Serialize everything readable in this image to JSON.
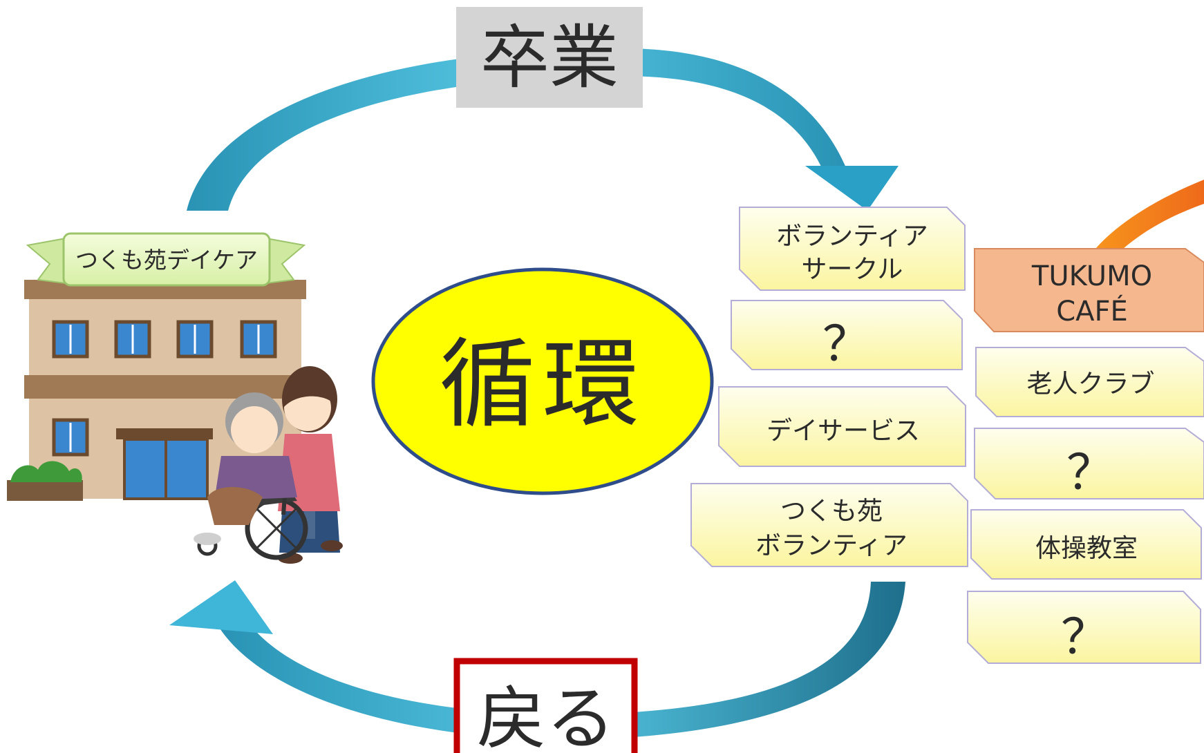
{
  "top_label": "卒業",
  "bottom_label": "戻る",
  "center_label": "循環",
  "facility_banner": "つくも苑デイケア",
  "left_column": [
    {
      "lines": [
        "ボランティア",
        "サークル"
      ]
    },
    {
      "lines": [
        "？"
      ]
    },
    {
      "lines": [
        "デイサービス"
      ]
    },
    {
      "lines": [
        "つくも苑",
        "ボランティア"
      ]
    }
  ],
  "right_column": [
    {
      "lines": [
        "TUKUMO",
        "CAFÉ"
      ],
      "highlight": true
    },
    {
      "lines": [
        "老人クラブ"
      ]
    },
    {
      "lines": [
        "？"
      ]
    },
    {
      "lines": [
        "体操教室"
      ]
    },
    {
      "lines": [
        "？"
      ]
    }
  ],
  "colors": {
    "arrow_light": "#4fc3de",
    "arrow_dark": "#1f8fb0",
    "card_fill_top": "#fefeea",
    "card_fill_bottom": "#fbf6a6",
    "card_stroke": "#b3acd6",
    "cafe_fill": "#f5b88e",
    "cafe_stroke": "#d98a5c",
    "ellipse_fill": "#ffff00",
    "ellipse_stroke": "#2f4d8a",
    "top_box_fill": "#d4d4d4",
    "bottom_box_stroke": "#c00000",
    "orange_arrow": "#f07a1a"
  }
}
